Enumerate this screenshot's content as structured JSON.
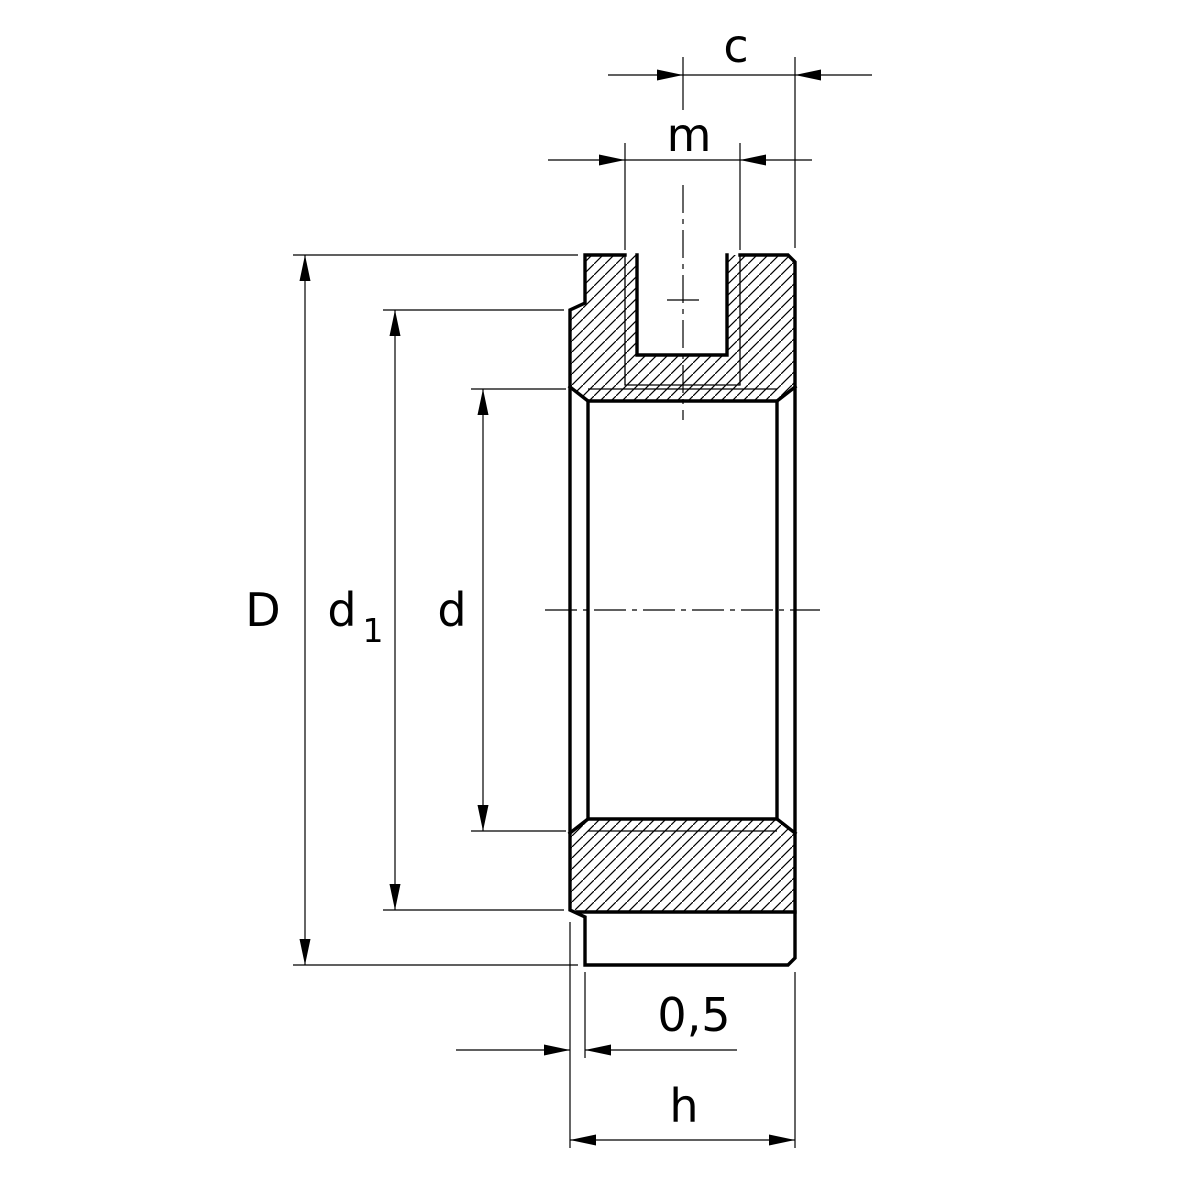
{
  "drawing": {
    "background": "#ffffff",
    "line_color": "#000000",
    "description": "sectional-view-of-precision-locknut-with-locking-screw-hole",
    "dimension_labels": {
      "screw_offset": "c",
      "thread_size": "m",
      "outer_diameter": "D",
      "contact_face_diameter_base": "d",
      "contact_face_diameter_subscript": "1",
      "bore_diameter": "d",
      "face_relief": "0,5",
      "width": "h"
    }
  }
}
